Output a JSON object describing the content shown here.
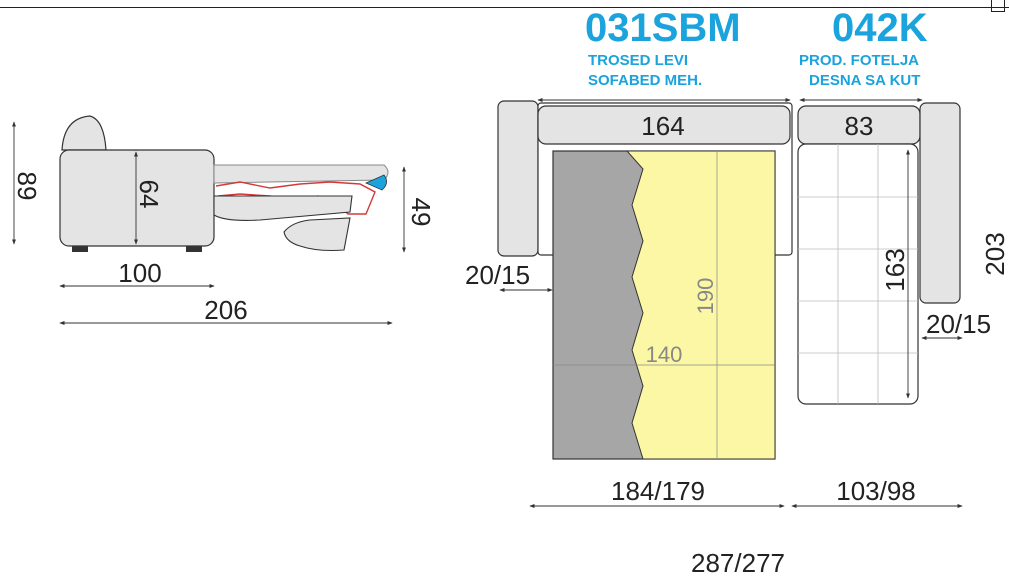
{
  "colors": {
    "brand": "#1aa3dc",
    "cushion": "#e4e4e4",
    "mattress_grey": "#a6a6a6",
    "mattress_yellow": "#fbf7a4",
    "mechanism": "#d23a3a",
    "outline": "#333333"
  },
  "products": {
    "left": {
      "code": "031SBM",
      "line1": "TROSED LEVI",
      "line2": "SOFABED MEH."
    },
    "right": {
      "code": "042K",
      "line1": "PROD. FOTELJA",
      "line2": "DESNA SA KUT"
    }
  },
  "side_view": {
    "height_total": "89",
    "seat_height": "64",
    "bed_height": "49",
    "depth": "100",
    "open_depth": "206"
  },
  "top_view": {
    "left_back_width": "164",
    "right_back_width": "83",
    "armrest_left": "20/15",
    "armrest_right": "20/15",
    "bed_length": "190",
    "bed_width": "140",
    "chaise_length": "163",
    "chaise_depth": "203",
    "left_width": "184/179",
    "right_width": "103/98",
    "total_width": "287/277"
  }
}
